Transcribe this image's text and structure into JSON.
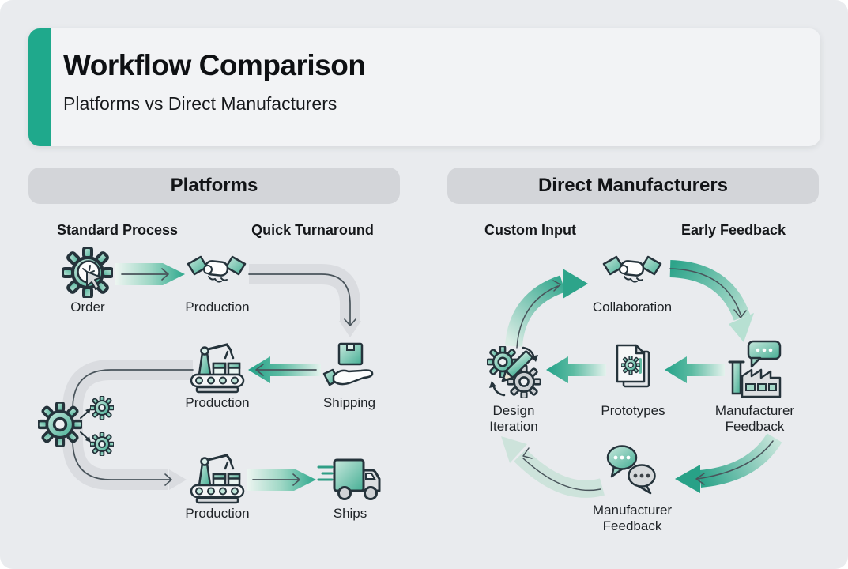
{
  "header": {
    "title": "Workflow Comparison",
    "subtitle": "Platforms vs Direct Manufacturers"
  },
  "columns": {
    "left": {
      "title": "Platforms",
      "sub_labels": [
        "Standard Process",
        "Quick Turnaround"
      ],
      "nodes": [
        {
          "id": "order",
          "icon": "gear-cursor-icon",
          "label": "Order"
        },
        {
          "id": "production-1",
          "icon": "handshake-icon",
          "label": "Production"
        },
        {
          "id": "shipping",
          "icon": "hand-box-icon",
          "label": "Shipping"
        },
        {
          "id": "production-2",
          "icon": "conveyor-icon",
          "label": "Production"
        },
        {
          "id": "production-3",
          "icon": "conveyor-icon",
          "label": "Production"
        },
        {
          "id": "ships",
          "icon": "truck-icon",
          "label": "Ships"
        }
      ],
      "extra_icons": [
        {
          "id": "parallel-production",
          "icon": "split-gears-icon"
        }
      ]
    },
    "right": {
      "title": "Direct Manufacturers",
      "sub_labels": [
        "Custom Input",
        "Early Feedback"
      ],
      "nodes": [
        {
          "id": "collaboration",
          "icon": "handshake-icon",
          "label": "Collaboration"
        },
        {
          "id": "manufacturer-feedback-1",
          "icon": "factory-chat-icon",
          "label": "Manufacturer Feedback"
        },
        {
          "id": "prototypes",
          "icon": "documents-gear-icon",
          "label": "Prototypes"
        },
        {
          "id": "design-iteration",
          "icon": "gears-pencil-icon",
          "label": "Design Iteration"
        },
        {
          "id": "manufacturer-feedback-2",
          "icon": "chat-bubbles-icon",
          "label": "Manufacturer Feedback"
        }
      ]
    }
  },
  "colors": {
    "accent_teal": "#1fa98c",
    "arrow_teal": "#2ea88d",
    "arrow_gray": "#dadce0",
    "icon_teal_light": "#c9e9de",
    "icon_teal_dark": "#45ae94",
    "card_bg": "#f2f3f5",
    "page_bg": "#e9ebee",
    "pill_bg": "#d3d5d9",
    "text": "#121417"
  }
}
